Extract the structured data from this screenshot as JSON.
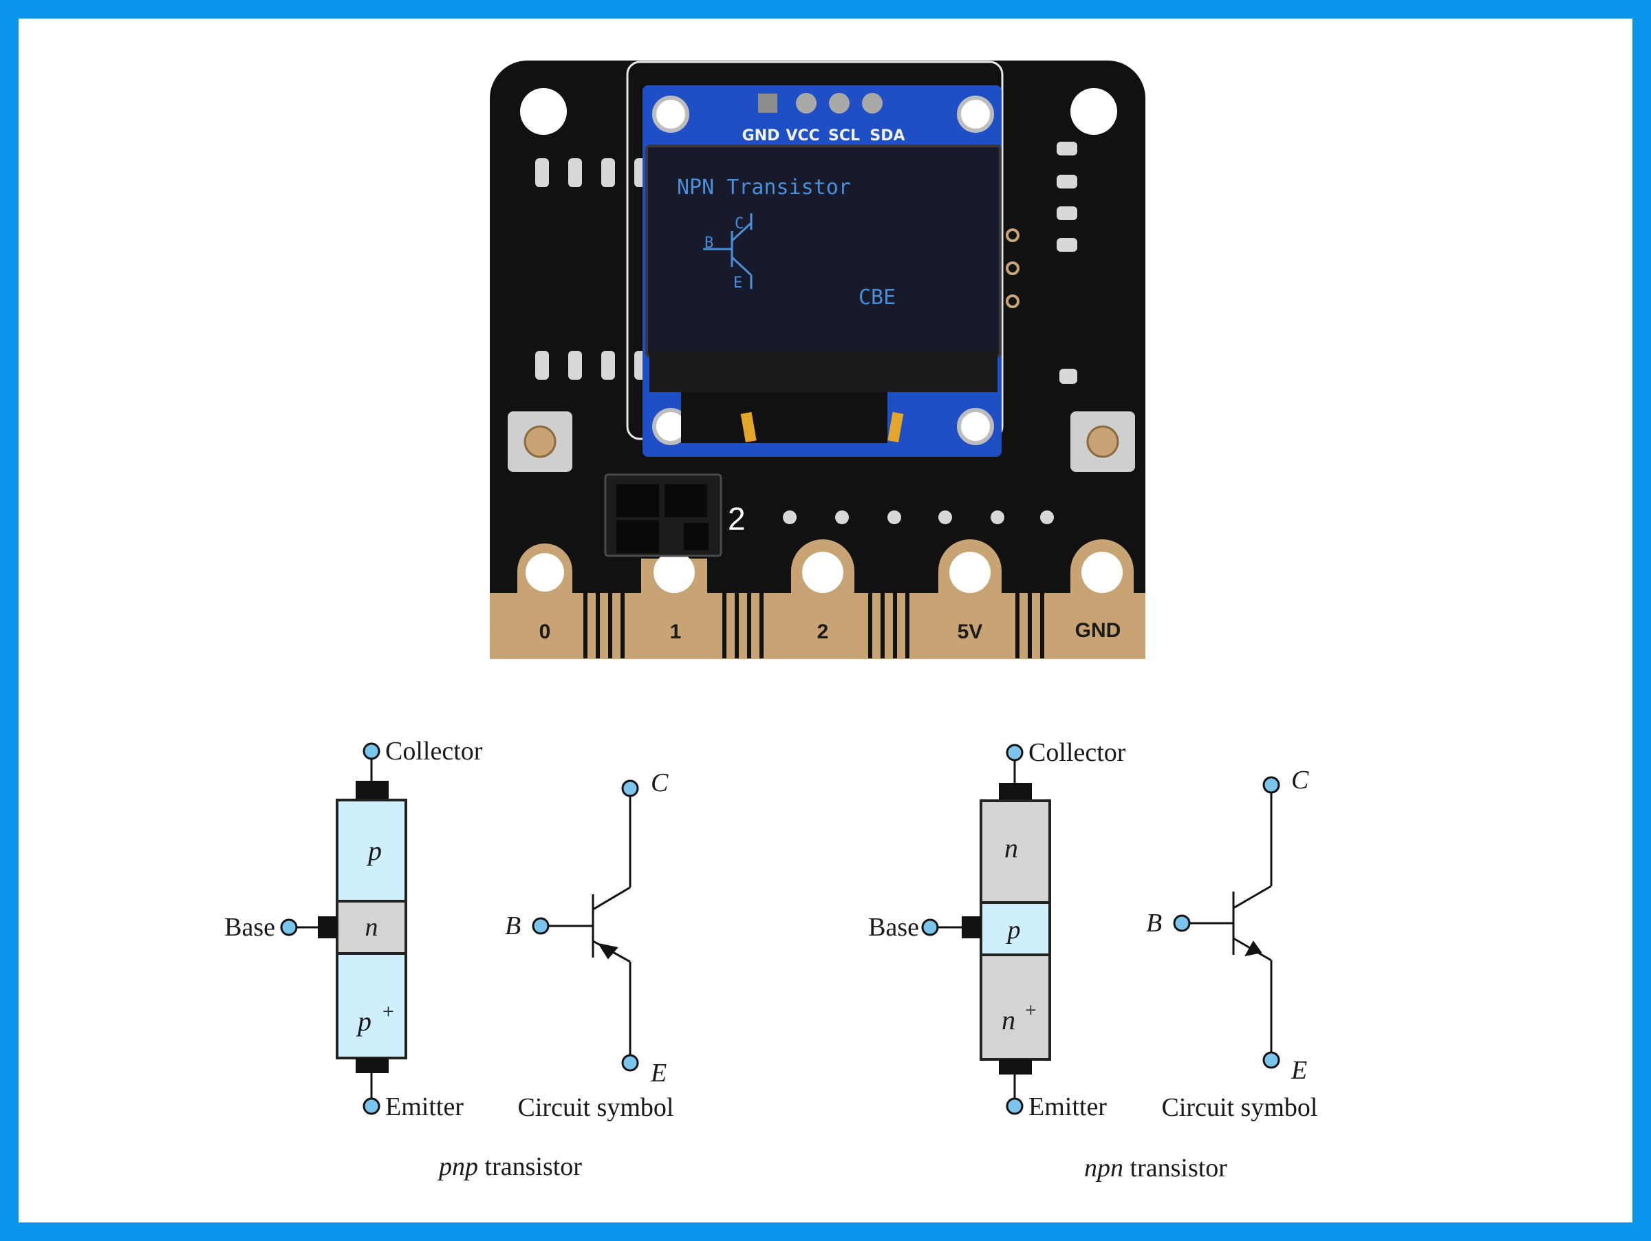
{
  "colors": {
    "frame": "#0996ec",
    "pcb": "#111111",
    "oled_module": "#1f4fc4",
    "oled_text": "#4a8fd8",
    "gold": "#c8a373",
    "p_region": "#cfeffd",
    "n_region": "#d4d4d4",
    "terminal": "#7cc6ee"
  },
  "board": {
    "oled_header_pins": [
      "GND",
      "VCC",
      "SCL",
      "SDA"
    ],
    "screen_title": "NPN Transistor",
    "screen_symbol": {
      "collector": "C",
      "base": "B",
      "emitter": "E"
    },
    "screen_pinout": "CBE",
    "connector_label": "2",
    "edge_pads": [
      "0",
      "1",
      "2",
      "5V",
      "GND"
    ],
    "icons": [
      "mounting-hole-icon",
      "push-button-icon"
    ]
  },
  "diagrams": {
    "pnp": {
      "collector_label": "Collector",
      "base_label": "Base",
      "emitter_label": "Emitter",
      "layers": {
        "top": "p",
        "middle": "n",
        "bottom": "p",
        "bottom_sup": "+"
      },
      "symbol": {
        "c": "C",
        "b": "B",
        "e": "E",
        "caption": "Circuit symbol"
      },
      "caption_italic": "pnp",
      "caption_rest": " transistor"
    },
    "npn": {
      "collector_label": "Collector",
      "base_label": "Base",
      "emitter_label": "Emitter",
      "layers": {
        "top": "n",
        "middle": "p",
        "bottom": "n",
        "bottom_sup": "+"
      },
      "symbol": {
        "c": "C",
        "b": "B",
        "e": "E",
        "caption": "Circuit symbol"
      },
      "caption_italic": "npn",
      "caption_rest": " transistor"
    }
  }
}
